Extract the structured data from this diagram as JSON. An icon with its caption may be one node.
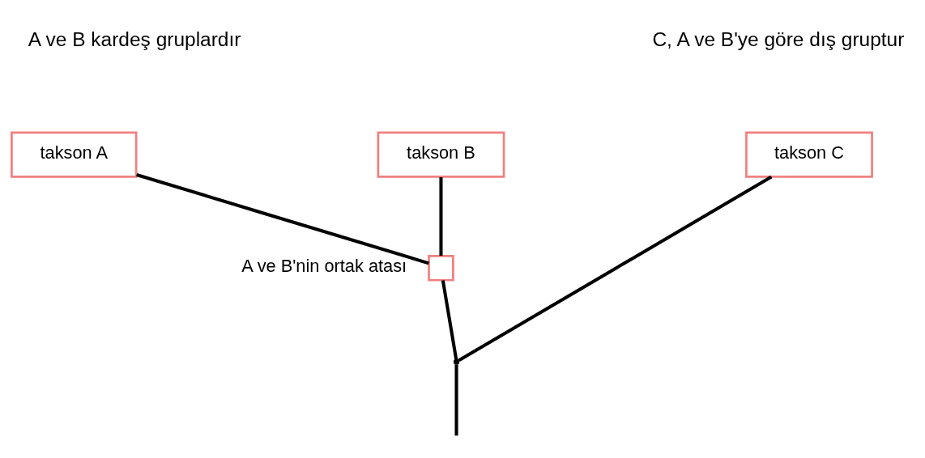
{
  "diagram": {
    "nodes": [
      {
        "text": [
          "takson A"
        ]
      },
      {
        "text": [
          "takson B"
        ]
      },
      {
        "text": [
          "takson C"
        ]
      },
      {
        "text": [],
        "shape": "box",
        "beside": [
          "A ve B'nin ortak atası"
        ]
      },
      {
        "text": [],
        "shape": "point"
      }
    ],
    "edges": [
      {
        "from": 0,
        "to": 3,
        "arrow": "none"
      },
      {
        "from": 1,
        "to": 3,
        "arrow": "none"
      },
      {
        "from": 3,
        "to": 4,
        "arrow": "none"
      },
      {
        "from": 2,
        "to": 4,
        "arrow": "none"
      },
      {
        "from": 4,
        "to": null,
        "arrow": "none"
      }
    ],
    "labels": [
      "A ve B kardeş gruplardır",
      "C, A ve B'ye göre dış gruptur"
    ]
  }
}
